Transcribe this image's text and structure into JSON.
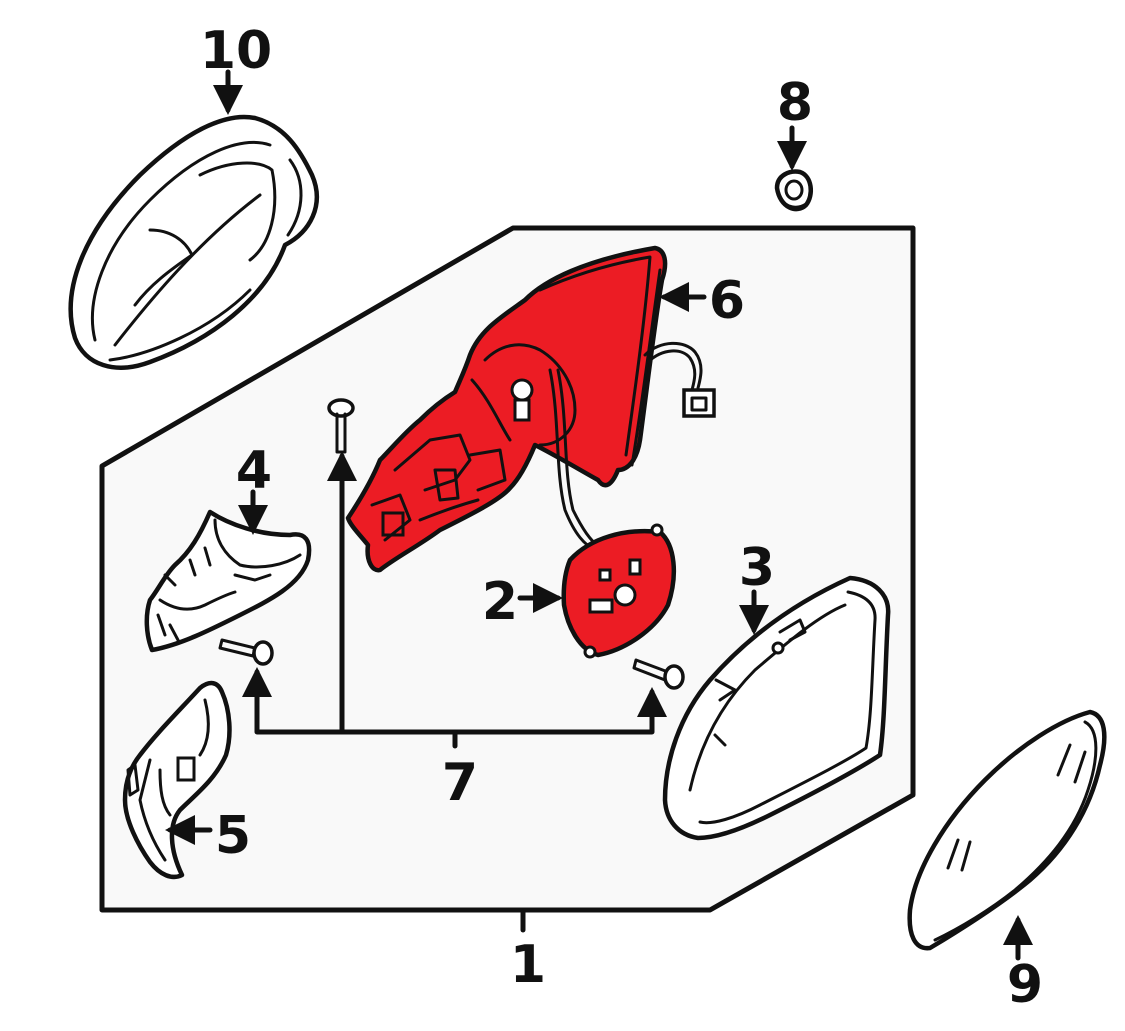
{
  "callouts": {
    "c1": "1",
    "c2": "2",
    "c3": "3",
    "c4": "4",
    "c5": "5",
    "c6": "6",
    "c7": "7",
    "c8": "8",
    "c9": "9",
    "c10": "10"
  },
  "colors": {
    "highlight": "#ec1c24",
    "panel": "#f9f9f9",
    "line": "#111111"
  }
}
